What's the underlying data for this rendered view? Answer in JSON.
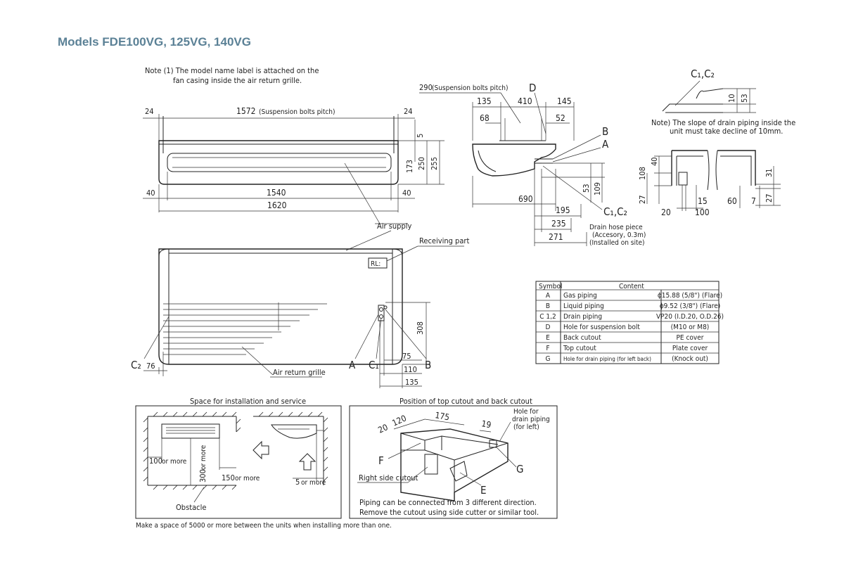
{
  "title": "Models  FDE100VG, 125VG, 140VG",
  "note1": [
    "Note (1) The model name label is attached on the",
    "fan casing inside the air return grille."
  ],
  "front": {
    "d24": "24",
    "d1572": "1572",
    "pitch_note": "(Suspension bolts pitch)",
    "d5": "5",
    "d173": "173",
    "d250": "250",
    "d255": "255",
    "d40": "40",
    "d1540": "1540",
    "d1620": "1620",
    "air_supply": "Air supply",
    "receiving_part": "Receiving part",
    "d308": "308",
    "air_return": "Air return grille",
    "c2": "C₂",
    "d76": "76",
    "a": "A",
    "c1": "C₁",
    "b": "B",
    "d75": "75",
    "d110": "110",
    "d135": "135"
  },
  "side": {
    "d290": "290",
    "pitch_note": "(Suspension bolts pitch)",
    "d": "D",
    "d135": "135",
    "d410": "410",
    "d145": "145",
    "d68": "68",
    "d52": "52",
    "b": "B",
    "a": "A",
    "d53": "53",
    "d109": "109",
    "d690": "690",
    "d195": "195",
    "d235": "235",
    "d271": "271",
    "c1c2": "C₁,C₂",
    "hose_note": [
      "Drain hose piece",
      "(Accesory, 0.3m)",
      "(Installed on site)"
    ]
  },
  "slope": {
    "c1c2": "C₁,C₂",
    "d10": "10",
    "d53": "53",
    "note": [
      "Note) The slope of drain piping inside the",
      "unit must take decline of 10mm."
    ]
  },
  "detail": {
    "d40": "40",
    "d108": "108",
    "d27": "27",
    "d15": "15",
    "d20": "20",
    "d100": "100",
    "d60": "60",
    "d7": "7",
    "d31": "31",
    "d27b": "27"
  },
  "table": {
    "headers": [
      "Symbol",
      "Content"
    ],
    "rows": [
      {
        "symbol": "A",
        "name": "Gas piping",
        "value": "ϕ15.88 (5/8\") (Flare)"
      },
      {
        "symbol": "B",
        "name": "Liquid piping",
        "value": "ϕ9.52 (3/8\") (Flare)"
      },
      {
        "symbol": "C 1,2",
        "name": "Drain piping",
        "value": "VP20 (I.D.20, O.D.26)"
      },
      {
        "symbol": "D",
        "name": "Hole for suspension bolt",
        "value": "(M10 or M8)"
      },
      {
        "symbol": "E",
        "name": "Back cutout",
        "value": "PE cover"
      },
      {
        "symbol": "F",
        "name": "Top cutout",
        "value": "Plate cover"
      },
      {
        "symbol": "G",
        "name": "Hole for drain piping (for left back)",
        "value": "(Knock out)"
      }
    ]
  },
  "space": {
    "title": "Space for installation and service",
    "v100": "100",
    "or_more": "or more",
    "v300": "300",
    "v300_more": " or more",
    "v150": "150",
    "v5": "5",
    "obstacle": "Obstacle",
    "footnote": "Make a space of 5000 or more between the units when installing more than one."
  },
  "cutout": {
    "title": "Position of top cutout and back cutout",
    "d20": "20",
    "d120": "120",
    "d175": "175",
    "d19": "19",
    "hole": [
      "Hole for",
      "drain piping",
      "(for left)"
    ],
    "f": "F",
    "g": "G",
    "e": "E",
    "right_side": "Right side cutout",
    "note": [
      "Piping can be connected from 3 different direction.",
      "Remove the cutout using side cutter or similar tool."
    ]
  }
}
